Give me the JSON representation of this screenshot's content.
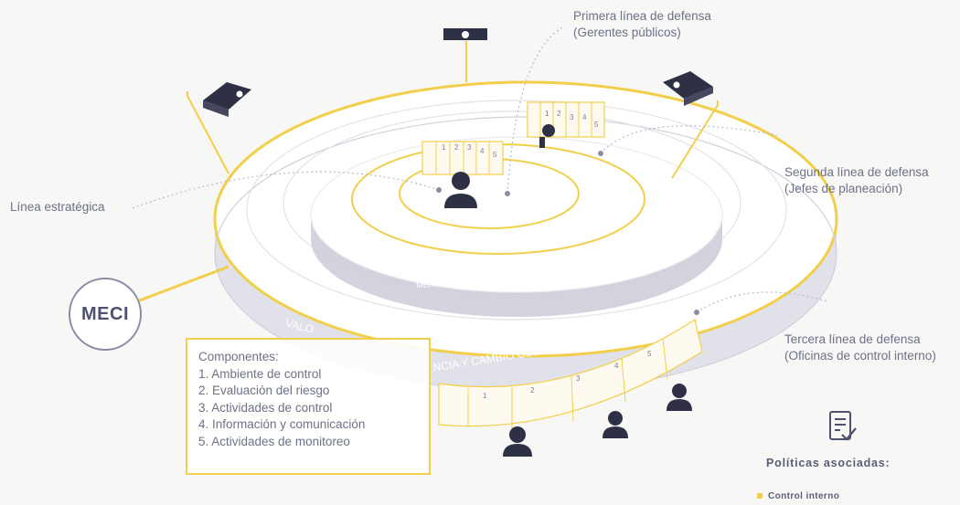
{
  "labels": {
    "primera": [
      "Primera línea de defensa",
      "(Gerentes públicos)"
    ],
    "segunda": [
      "Segunda línea de defensa",
      "(Jefes de planeación)"
    ],
    "tercera": [
      "Tercera línea de defensa",
      "(Oficinas de control interno)"
    ],
    "estrategica": "Línea estratégica"
  },
  "meci": "MECI",
  "ring_texts": {
    "inner": "MERITO E INTEGRIDAD",
    "outer_left": "VALO",
    "outer_right": "NCIA Y CAMBIO CULTURAL"
  },
  "components": {
    "title": "Componentes:",
    "items": [
      "1. Ambiente de control",
      "2. Evaluación del riesgo",
      "3. Actividades de control",
      "4. Información y comunicación",
      "5. Actividades de monitoreo"
    ]
  },
  "numbered_columns": [
    "1",
    "2",
    "3",
    "4",
    "5"
  ],
  "politicas": {
    "title": "Políticas asociadas:",
    "items": [
      "Control interno"
    ]
  },
  "colors": {
    "accent": "#f2cf4a",
    "text": "#6d7186",
    "meci_border": "#8a8da6",
    "band": "#dcdde6"
  }
}
